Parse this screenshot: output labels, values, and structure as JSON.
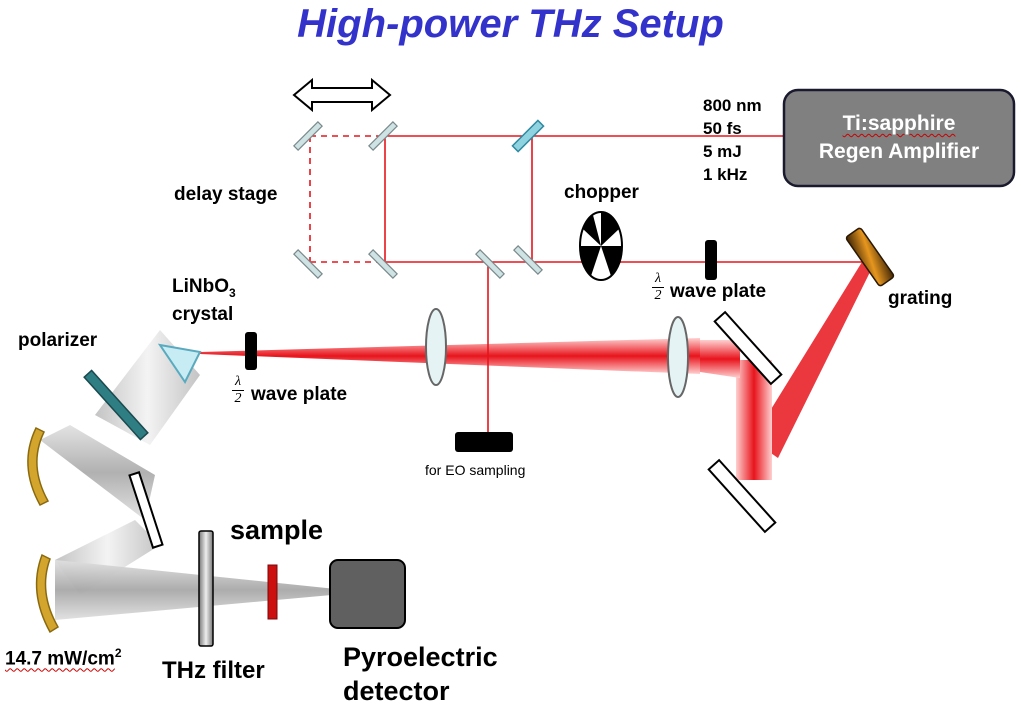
{
  "title": "High-power THz Setup",
  "laser": {
    "box_label_line1": "Ti:sapphire",
    "box_label_line2": "Regen Amplifier",
    "specs": [
      "800 nm",
      "50 fs",
      "5 mJ",
      "1 kHz"
    ]
  },
  "labels": {
    "delay_stage": "delay stage",
    "chopper": "chopper",
    "grating": "grating",
    "crystal_line1": "LiNbO",
    "crystal_subscript": "3",
    "crystal_line2": "crystal",
    "polarizer": "polarizer",
    "wave_plate_1": "wave plate",
    "wave_plate_2": "wave plate",
    "half_numerator": "λ",
    "half_denominator": "2",
    "eo_sampling": "for EO sampling",
    "sample": "sample",
    "thz_filter": "THz filter",
    "power": "14.7 mW/cm",
    "power_superscript": "2",
    "detector_line1": "Pyroelectric",
    "detector_line2": "detector"
  },
  "colors": {
    "title": "#3333cc",
    "beam": "#e8141c",
    "mirror": "#cfe3e5",
    "parabolic_mirror": "#d4a52c",
    "polarizer": "#2f7e84",
    "laser_box": "#808080",
    "detector": "#606060"
  }
}
